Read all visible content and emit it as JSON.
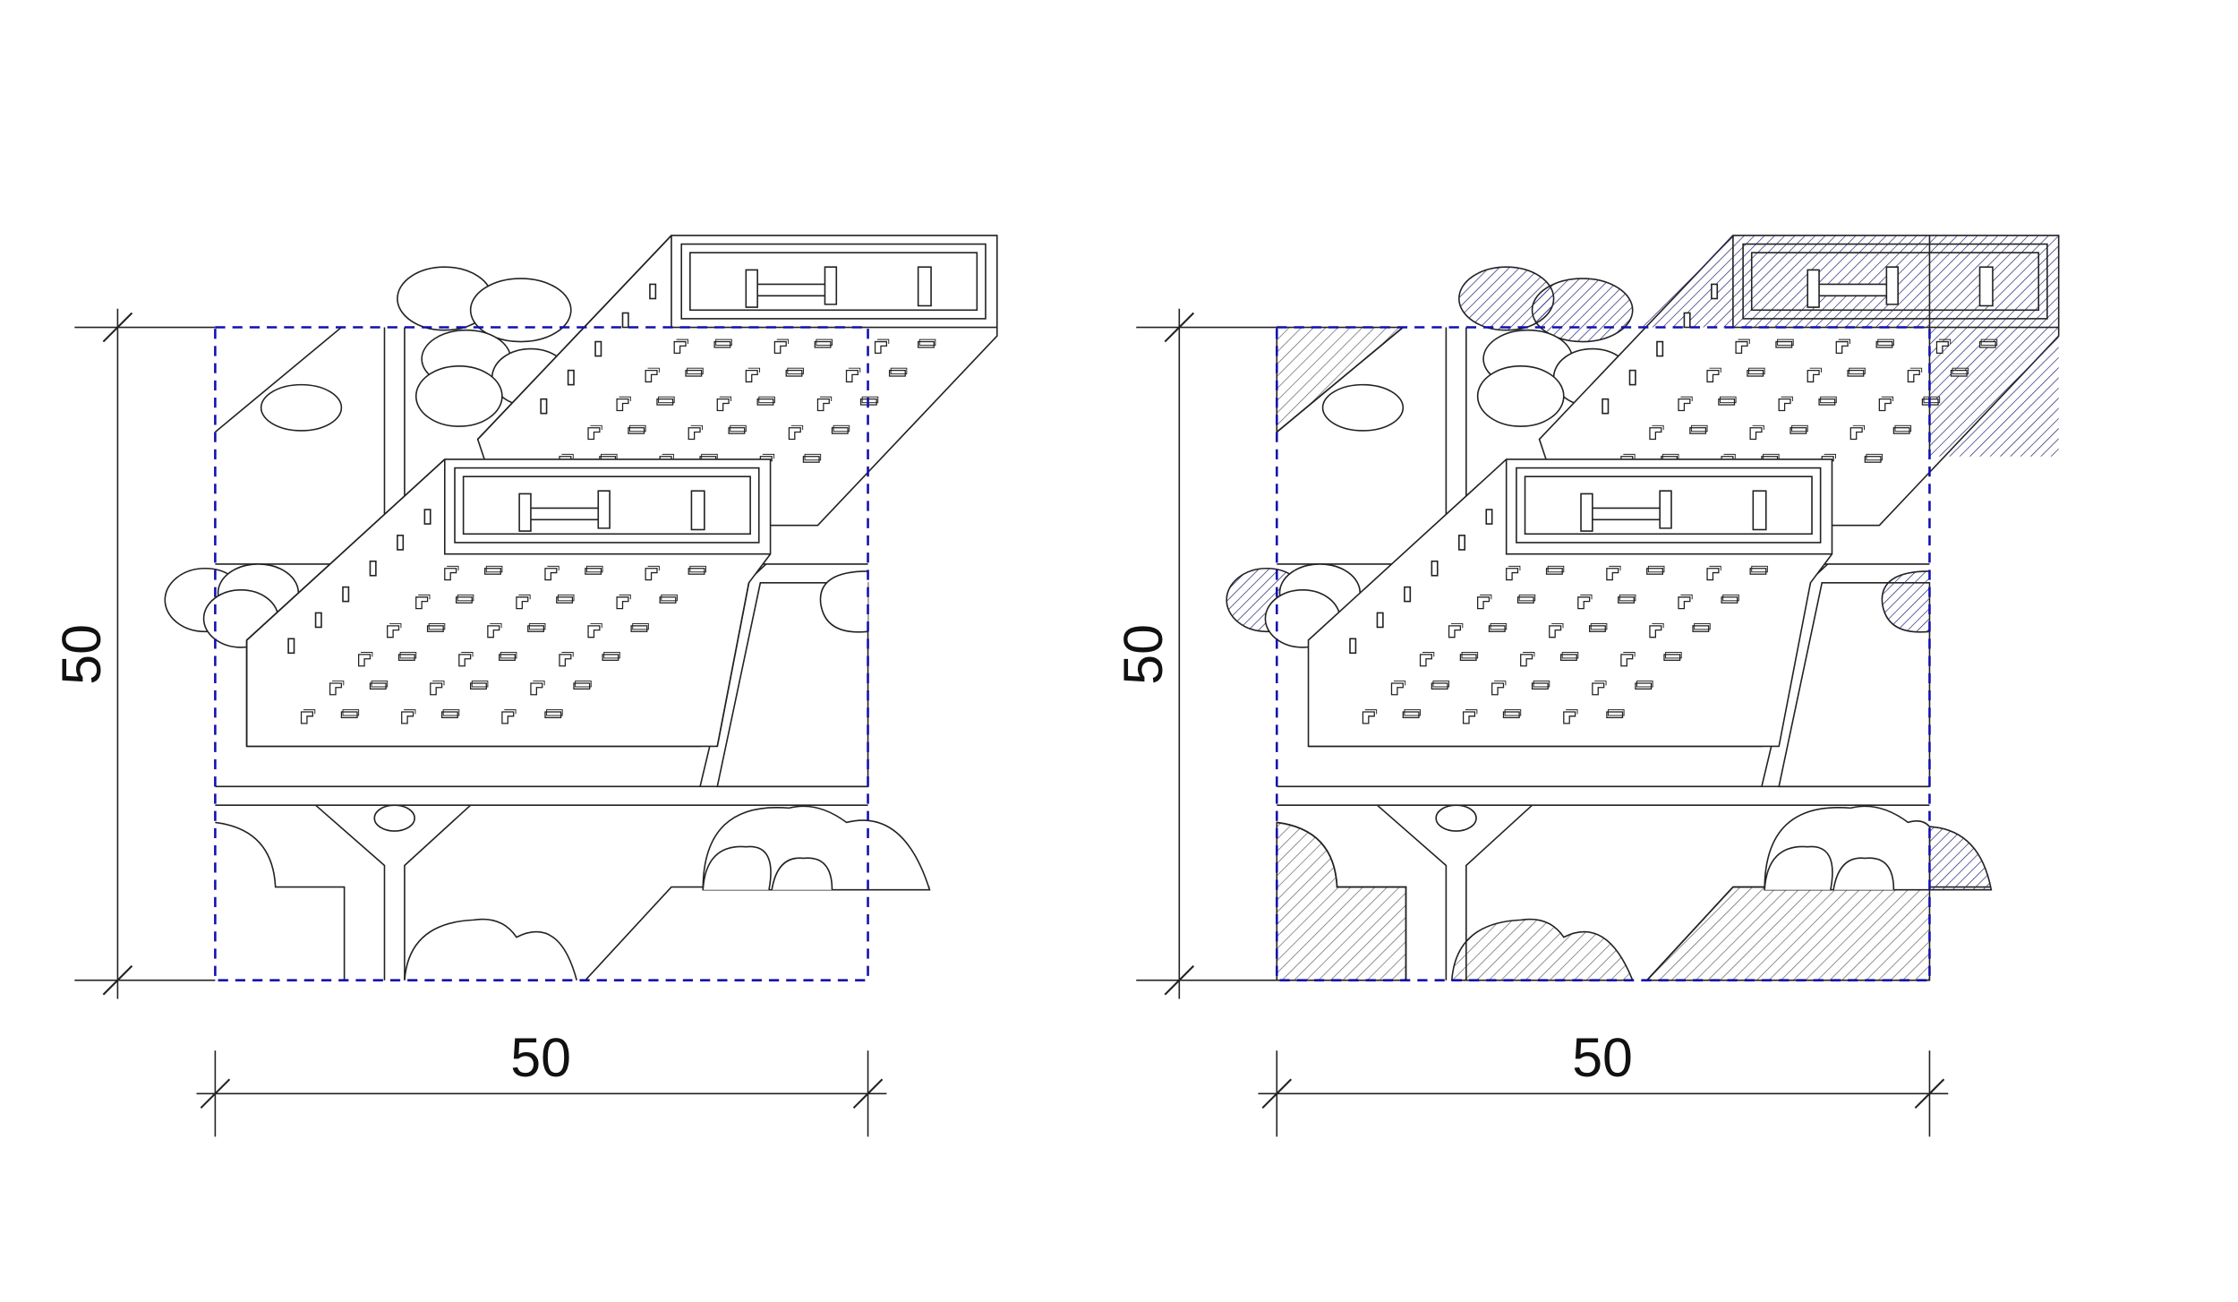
{
  "colors": {
    "line": "#222222",
    "boundary": "#1010b0",
    "hatch_gray": "#777777",
    "hatch_blue": "#2a2a7a"
  },
  "panels": [
    {
      "width_label": "50",
      "height_label": "50",
      "hatched": false
    },
    {
      "width_label": "50",
      "height_label": "50",
      "hatched": true
    }
  ]
}
